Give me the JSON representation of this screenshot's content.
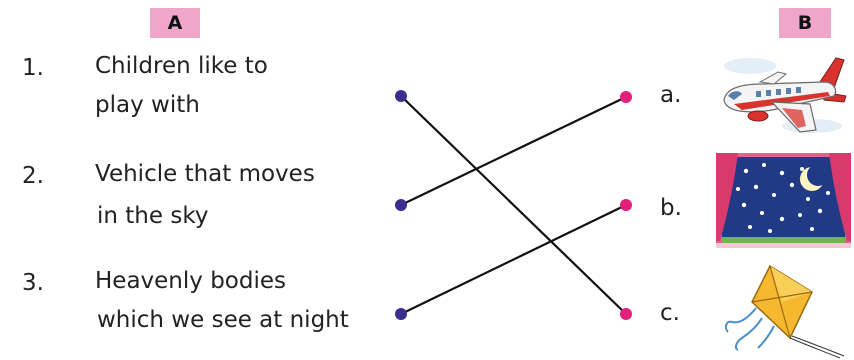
{
  "column_a": {
    "header": "A",
    "items": [
      {
        "number": "1.",
        "lines": [
          "Children like to",
          "play with"
        ]
      },
      {
        "number": "2.",
        "lines": [
          "Vehicle that moves",
          "in the sky"
        ]
      },
      {
        "number": "3.",
        "lines": [
          "Heavenly bodies",
          "which we see at night"
        ]
      }
    ]
  },
  "column_b": {
    "header": "B",
    "items": [
      {
        "letter": "a.",
        "icon": "airplane-icon"
      },
      {
        "letter": "b.",
        "icon": "night-sky-icon"
      },
      {
        "letter": "c.",
        "icon": "kite-icon"
      }
    ]
  },
  "colors": {
    "header_bg": "#f0a6c8",
    "left_dot": "#3a2f8f",
    "right_dot": "#e0207a",
    "line": "#111111"
  }
}
